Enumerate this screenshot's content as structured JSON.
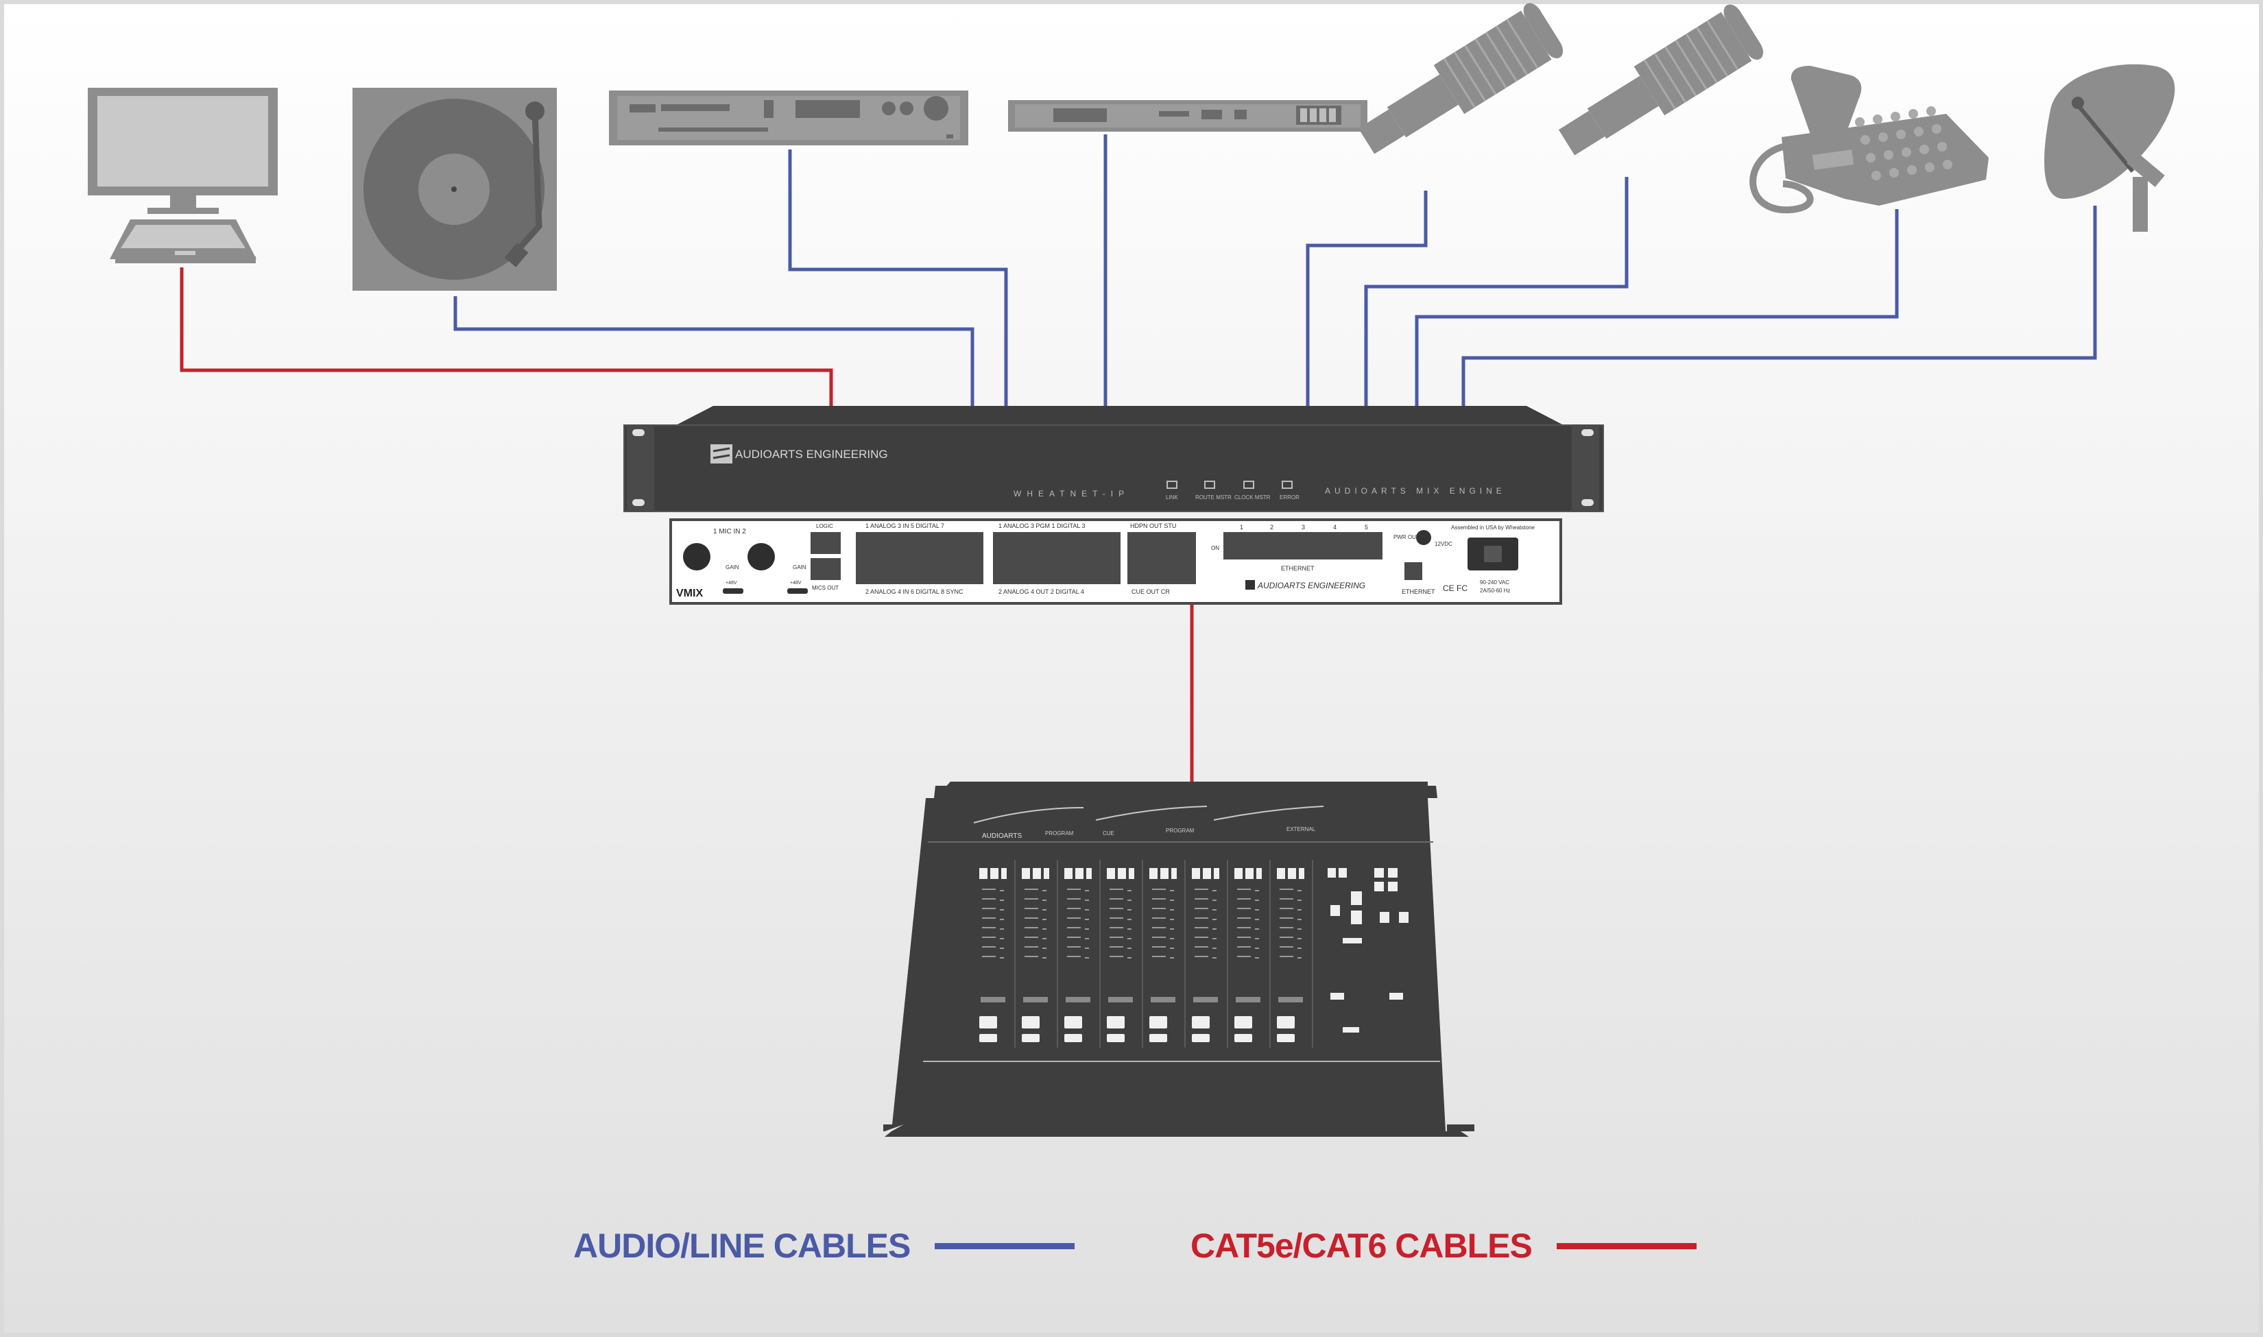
{
  "colors": {
    "audio_cable": "#4a5aa6",
    "cat_cable": "#c8202b",
    "device_gray": "#8d8d8d",
    "device_dark": "#3e3e3e",
    "background_top": "#ffffff",
    "background_bottom": "#e0e0e0"
  },
  "devices": {
    "computer": {
      "icon": "computer-icon"
    },
    "turntable": {
      "icon": "turntable-icon"
    },
    "cd_player": {
      "icon": "rack-cd-player-icon"
    },
    "rack_unit": {
      "icon": "rack-unit-icon"
    },
    "microphone_1": {
      "icon": "microphone-icon"
    },
    "microphone_2": {
      "icon": "microphone-icon"
    },
    "telephone": {
      "icon": "telephone-icon"
    },
    "satellite": {
      "icon": "satellite-dish-icon"
    }
  },
  "mix_engine": {
    "front_brand": "AUDIOARTS ENGINEERING",
    "front_series": "WHEATNET-IP",
    "front_product": "AUDIOARTS MIX ENGINE",
    "front_leds": [
      "LINK",
      "ROUTE MSTR",
      "CLOCK MSTR",
      "ERROR"
    ],
    "rear_mic_label": "1  MIC IN  2",
    "rear_gain_label": "GAIN",
    "rear_phantom_label": "+48V",
    "rear_logo": "VMIX",
    "rear_logic_label": "LOGIC",
    "rear_mics_out_label": "MICS OUT",
    "rear_group1_top": "1  ANALOG 3   IN   5  DIGITAL 7",
    "rear_group1_bottom": "2  ANALOG 4   IN   6  DIGITAL 8 SYNC",
    "rear_group2_top": "1  ANALOG 3  PGM  1  DIGITAL 3",
    "rear_group2_bottom": "2  ANALOG 4   OUT   2  DIGITAL 4",
    "rear_group3_top": "HDPN  OUT  STU",
    "rear_group3_bottom": "CUE  OUT  CR",
    "rear_eth_numbers": [
      "1",
      "2",
      "3",
      "4",
      "5"
    ],
    "rear_eth_label": "ETHERNET",
    "rear_on_label": "ON",
    "rear_pwr_label": "PWR OUT",
    "rear_vdc_label": "12VDC",
    "rear_assembled": "Assembled in USA by Wheatstone",
    "rear_voltage": "90-240 VAC",
    "rear_freq": "2A/50-60 Hz",
    "rear_brand": "AUDIOARTS ENGINEERING",
    "rear_ethernet_port_label": "ETHERNET",
    "rear_cert": "CE FC"
  },
  "console": {
    "icon": "mixing-console-icon",
    "brand": "AUDIOARTS",
    "meter_labels": [
      "PROGRAM",
      "CUE",
      "PROGRAM",
      "EXTERNAL"
    ]
  },
  "legend": {
    "audio_label": "AUDIO/LINE CABLES",
    "cat_label": "CAT5e/CAT6 CABLES"
  }
}
